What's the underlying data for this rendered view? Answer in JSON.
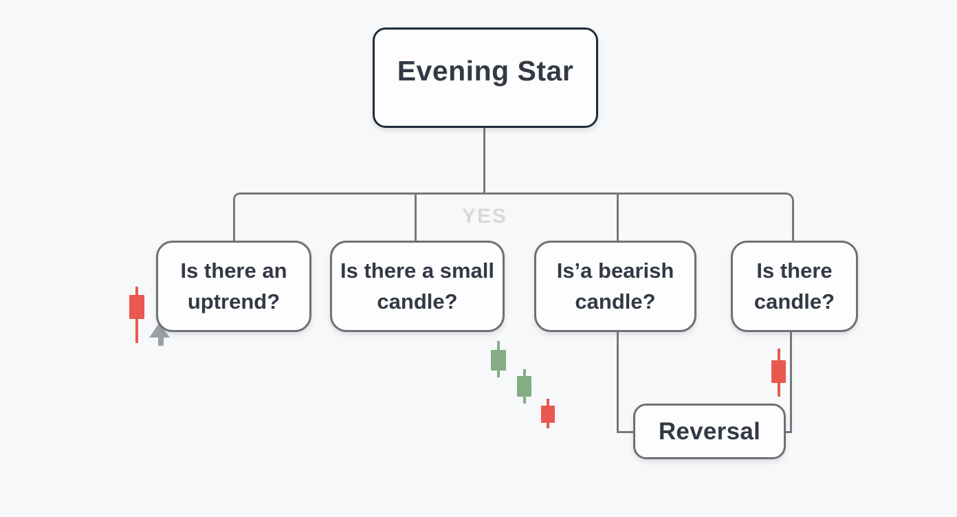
{
  "diagram": {
    "root": {
      "label": "Evening Star"
    },
    "branch_label": "YES",
    "questions": [
      {
        "label": "Is there an uptrend?"
      },
      {
        "label": "Is there a small candle?"
      },
      {
        "label": "Is’a bearish candle?"
      },
      {
        "label": "Is there candle?"
      }
    ],
    "result": {
      "label": "Reversal"
    }
  },
  "icons": {
    "candles": [
      {
        "name": "red-candlestick-left",
        "color_key": "red"
      },
      {
        "name": "green-candlestick-1",
        "color_key": "green"
      },
      {
        "name": "green-candlestick-2",
        "color_key": "green"
      },
      {
        "name": "red-candlestick-middle",
        "color_key": "red"
      },
      {
        "name": "red-candlestick-right",
        "color_key": "red"
      },
      {
        "name": "gray-arrow-marker",
        "color_key": "gray"
      }
    ]
  },
  "colors": {
    "background": "#f7f8f9",
    "red": "#e8584f",
    "green": "#84ad84",
    "gray": "#9aa0a6",
    "connector": "#75787b",
    "box_border": "#6d7175",
    "root_border": "#1e2a38",
    "text": "#333944",
    "branch_label_color": "#d8d9da"
  }
}
